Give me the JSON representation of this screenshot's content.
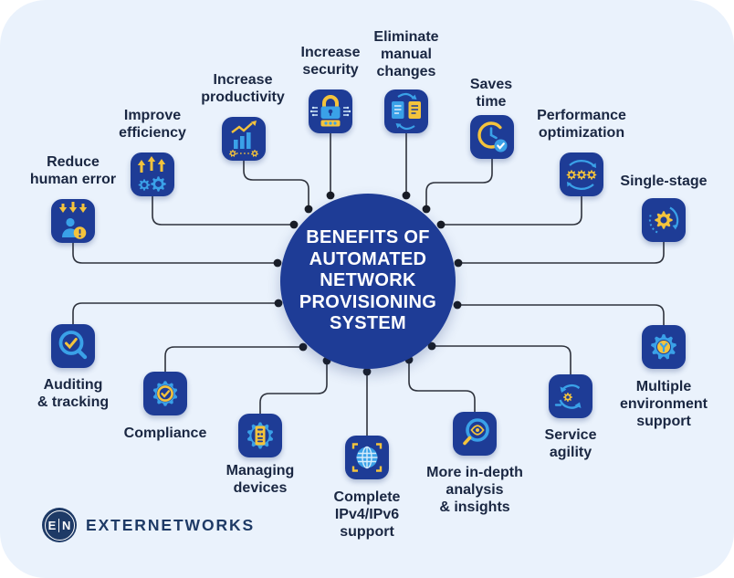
{
  "palette": {
    "panel_bg": "#EAF2FC",
    "primary_blue": "#1E3C96",
    "accent_yellow": "#F4C33C",
    "accent_light_blue": "#3AA1E8",
    "pale_blue": "#CFE8FA",
    "label_text": "#1A2742",
    "line": "#2E323C",
    "dot": "#191D26",
    "logo_navy": "#1E3A66"
  },
  "center": {
    "title": "BENEFITS OF\nAUTOMATED\nNETWORK\nPROVISIONING\nSYSTEM"
  },
  "benefits": [
    {
      "id": "reduce-human-error",
      "label": "Reduce\nhuman error",
      "icon": "person-error-icon"
    },
    {
      "id": "improve-efficiency",
      "label": "Improve\nefficiency",
      "icon": "arrows-gears-icon"
    },
    {
      "id": "increase-productivity",
      "label": "Increase\nproductivity",
      "icon": "chart-growth-icon"
    },
    {
      "id": "increase-security",
      "label": "Increase\nsecurity",
      "icon": "padlock-icon"
    },
    {
      "id": "eliminate-manual-changes",
      "label": "Eliminate\nmanual\nchanges",
      "icon": "document-sync-icon"
    },
    {
      "id": "saves-time",
      "label": "Saves\ntime",
      "icon": "clock-check-icon"
    },
    {
      "id": "performance-optimization",
      "label": "Performance\noptimization",
      "icon": "gears-cycle-icon"
    },
    {
      "id": "single-stage",
      "label": "Single-stage",
      "icon": "gear-refresh-icon"
    },
    {
      "id": "multiple-environment-support",
      "label": "Multiple\nenvironment\nsupport",
      "icon": "gear-tool-icon"
    },
    {
      "id": "service-agility",
      "label": "Service\nagility",
      "icon": "agile-loop-icon"
    },
    {
      "id": "more-in-depth-analysis",
      "label": "More in-depth\nanalysis\n& insights",
      "icon": "magnifier-eye-icon"
    },
    {
      "id": "complete-ipv4-ipv6",
      "label": "Complete\nIPv4/IPv6\nsupport",
      "icon": "globe-scan-icon"
    },
    {
      "id": "managing-devices",
      "label": "Managing\ndevices",
      "icon": "device-gear-icon"
    },
    {
      "id": "compliance",
      "label": "Compliance",
      "icon": "gear-check-icon"
    },
    {
      "id": "auditing-tracking",
      "label": "Auditing\n& tracking",
      "icon": "magnifier-check-icon"
    }
  ],
  "logo": {
    "monogram_left": "E",
    "monogram_right": "N",
    "text": "EXTERNETWORKS"
  }
}
